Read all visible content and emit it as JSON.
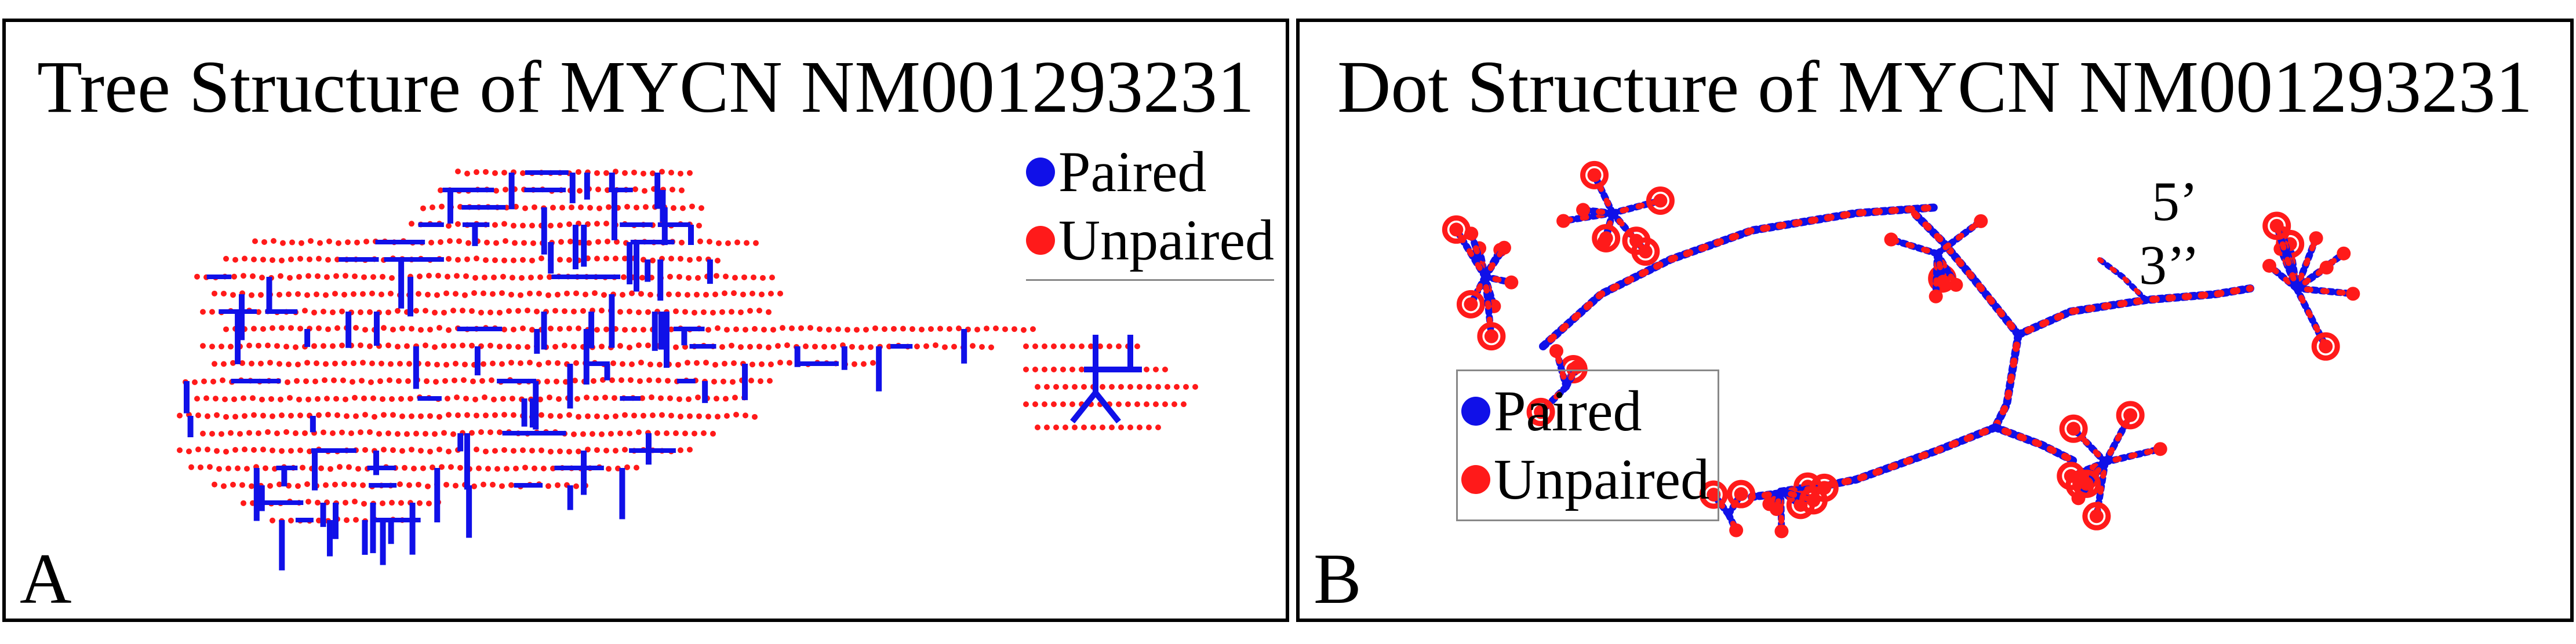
{
  "colors": {
    "paired": "#1010e8",
    "unpaired": "#ff1a1a",
    "border": "#000000",
    "legend_border": "#888888"
  },
  "panel_a": {
    "title": "Tree Structure of MYCN NM001293231",
    "label": "A",
    "legend": {
      "paired": "Paired",
      "unpaired": "Unpaired"
    }
  },
  "panel_b": {
    "title": "Dot Structure of MYCN NM001293231",
    "label": "B",
    "legend": {
      "paired": "Paired",
      "unpaired": "Unpaired"
    },
    "terminals": {
      "five_prime": "5’",
      "three_prime": "3’’"
    }
  }
}
